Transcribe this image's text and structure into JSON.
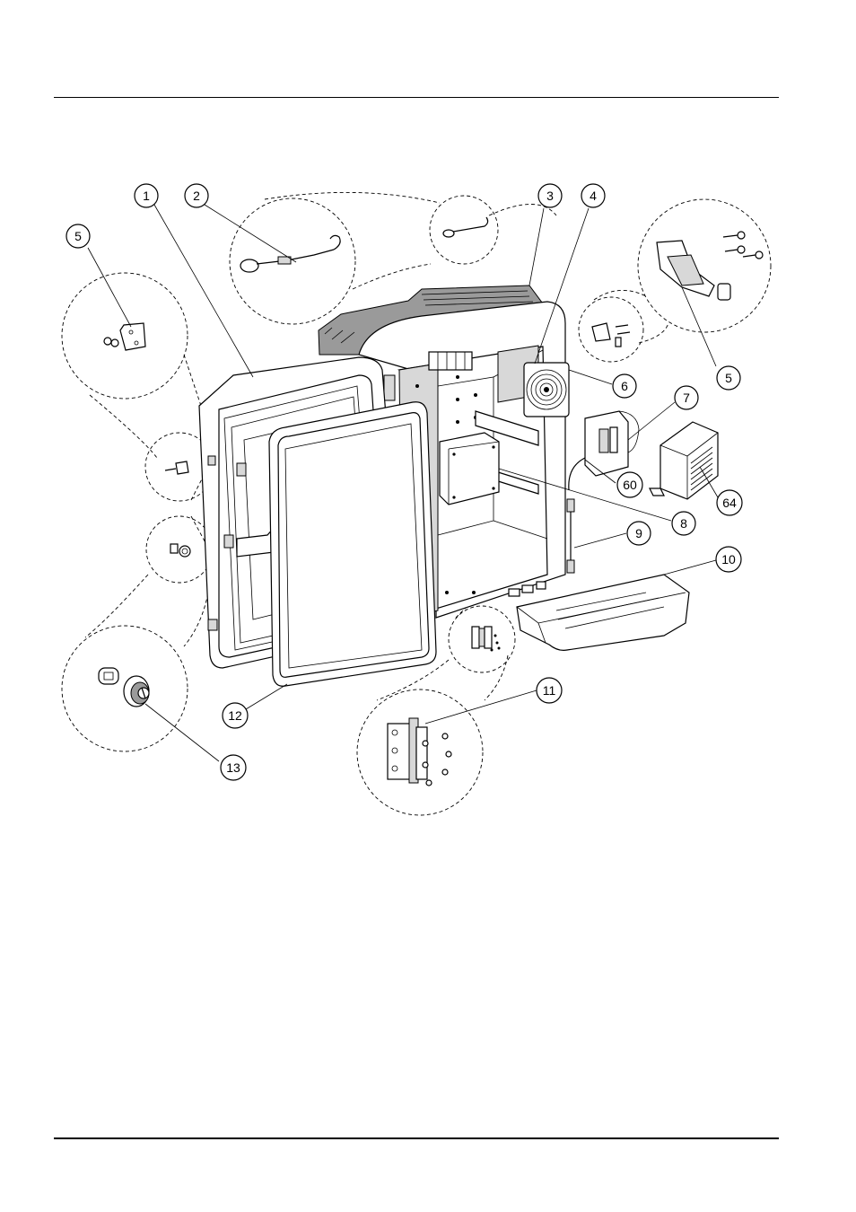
{
  "callouts": [
    {
      "id": "c1",
      "label": "1"
    },
    {
      "id": "c2",
      "label": "2"
    },
    {
      "id": "c3",
      "label": "3"
    },
    {
      "id": "c4",
      "label": "4"
    },
    {
      "id": "c5a",
      "label": "5"
    },
    {
      "id": "c5b",
      "label": "5"
    },
    {
      "id": "c6",
      "label": "6"
    },
    {
      "id": "c7",
      "label": "7"
    },
    {
      "id": "c60",
      "label": "60"
    },
    {
      "id": "c64",
      "label": "64"
    },
    {
      "id": "c8",
      "label": "8"
    },
    {
      "id": "c9",
      "label": "9"
    },
    {
      "id": "c10",
      "label": "10"
    },
    {
      "id": "c11",
      "label": "11"
    },
    {
      "id": "c12",
      "label": "12"
    },
    {
      "id": "c13",
      "label": "13"
    }
  ]
}
